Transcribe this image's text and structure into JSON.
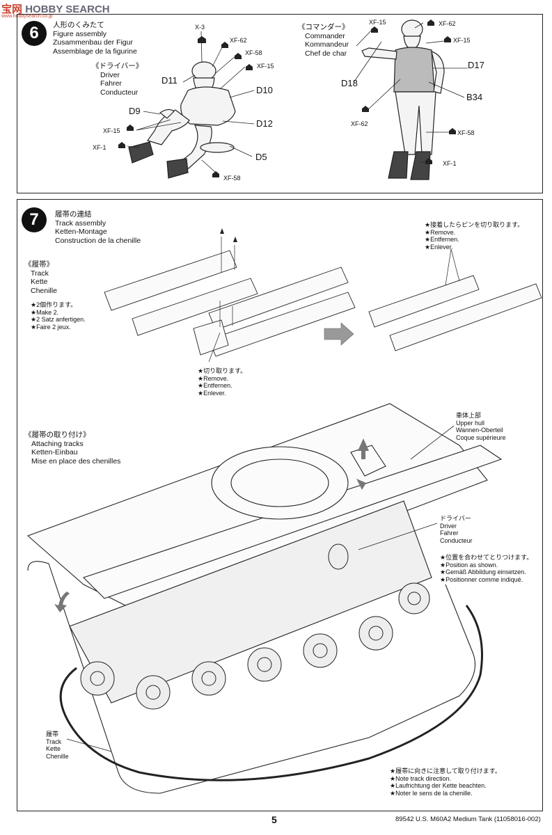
{
  "watermark": {
    "brand": "宝",
    "mid": "网",
    "rest": "HOBBY SEARCH",
    "sub": "www.hobbysearch.co.jp"
  },
  "step6": {
    "number": "6",
    "title": [
      "人形のくみたて",
      "Figure assembly",
      "Zusammenbau der Figur",
      "Assemblage de la figurine"
    ],
    "driver": [
      "《ドライバー》",
      "Driver",
      "Fahrer",
      "Conducteur"
    ],
    "commander": [
      "《コマンダー》",
      "Commander",
      "Kommandeur",
      "Chef de char"
    ],
    "driver_parts": {
      "d11": "D11",
      "d9": "D9",
      "d10": "D10",
      "d12": "D12",
      "d5": "D5"
    },
    "driver_paints": {
      "x3": "X-3",
      "xf62": "XF-62",
      "xf58a": "XF-58",
      "xf15a": "XF-15",
      "xf15b": "XF-15",
      "xf1": "XF-1",
      "xf58b": "XF-58"
    },
    "cmd_parts": {
      "d18": "D18",
      "d17": "D17",
      "b34": "B34"
    },
    "cmd_paints": {
      "xf15a": "XF-15",
      "xf62a": "XF-62",
      "xf15b": "XF-15",
      "xf62b": "XF-62",
      "xf58": "XF-58",
      "xf1": "XF-1"
    }
  },
  "step7": {
    "number": "7",
    "title": [
      "履帯の連結",
      "Track assembly",
      "Ketten-Montage",
      "Construction de la chenille"
    ],
    "track_head": [
      "《履帯》",
      "Track",
      "Kette",
      "Chenille"
    ],
    "make2": [
      "★2個作ります。",
      "★Make 2.",
      "★2 Satz anfertigen.",
      "★Faire 2 jeux."
    ],
    "cut_pins": [
      "★接着したらピンを切り取ります。",
      "★Remove.",
      "★Entfernen.",
      "★Enlever."
    ],
    "cut_off": [
      "★切り取ります。",
      "★Remove.",
      "★Entfernen.",
      "★Enlever."
    ],
    "attach": [
      "《履帯の取り付け》",
      "Attaching tracks",
      "Ketten-Einbau",
      "Mise en place des chenilles"
    ],
    "upper_hull": [
      "車体上部",
      "Upper hull",
      "Wannen-Oberteil",
      "Coque supérieure"
    ],
    "driver2": [
      "ドライバー",
      "Driver",
      "Fahrer",
      "Conducteur"
    ],
    "position": [
      "★位置を合わせてとりつけます。",
      "★Position as shown.",
      "★Gemäß Abbildung einsetzen.",
      "★Positionner comme indiqué."
    ],
    "track_label": [
      "履帯",
      "Track",
      "Kette",
      "Chenille"
    ],
    "direction": [
      "★履帯に向きに注意して取り付けます。",
      "★Note track direction.",
      "★Laufrichtung der Kette beachten.",
      "★Noter le sens de la chenille."
    ]
  },
  "footer": {
    "page": "5",
    "product": "89542 U.S. M60A2 Medium Tank (11058016-002)"
  }
}
